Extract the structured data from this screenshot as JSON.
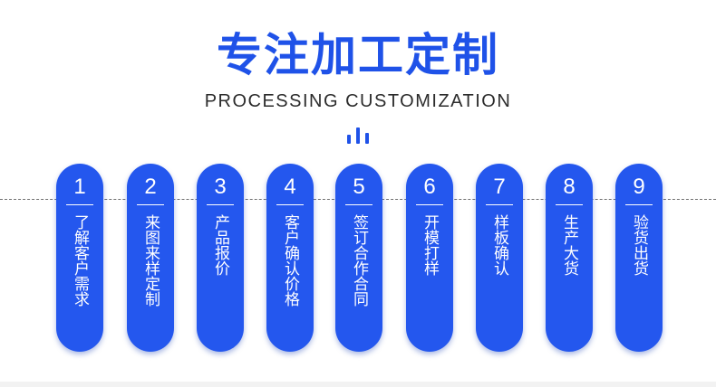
{
  "header": {
    "title": "专注加工定制",
    "subtitle": "PROCESSING CUSTOMIZATION"
  },
  "colors": {
    "accent": "#1f52e8",
    "pill": "#2457ee"
  },
  "decoration": {
    "icon": "bars-icon"
  },
  "steps": [
    {
      "number": "1",
      "label": "了解客户需求"
    },
    {
      "number": "2",
      "label": "来图来样定制"
    },
    {
      "number": "3",
      "label": "产品报价"
    },
    {
      "number": "4",
      "label": "客户确认价格"
    },
    {
      "number": "5",
      "label": "签订合作合同"
    },
    {
      "number": "6",
      "label": "开模打样"
    },
    {
      "number": "7",
      "label": "样板确认"
    },
    {
      "number": "8",
      "label": "生产大货"
    },
    {
      "number": "9",
      "label": "验货出货"
    }
  ]
}
